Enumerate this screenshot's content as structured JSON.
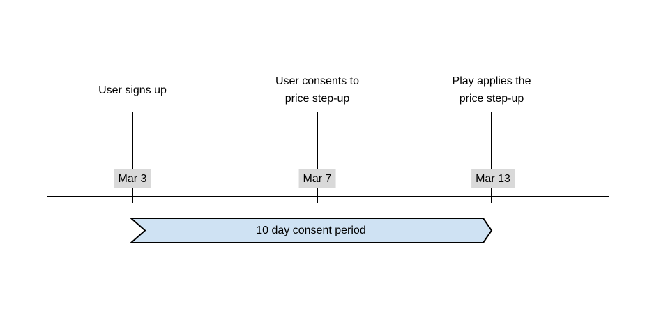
{
  "diagram": {
    "background_color": "#ffffff",
    "line_color": "#000000",
    "events": [
      {
        "title_lines": [
          "User signs up"
        ],
        "date": "Mar 3"
      },
      {
        "title_lines": [
          "User consents to",
          "price step-up"
        ],
        "date": "Mar 7"
      },
      {
        "title_lines": [
          "Play applies the",
          "price step-up"
        ],
        "date": "Mar 13"
      }
    ],
    "date_label_bg": "#d9d9d9",
    "band": {
      "label": "10 day consent period",
      "fill": "#cfe2f3",
      "stroke": "#000000"
    }
  }
}
